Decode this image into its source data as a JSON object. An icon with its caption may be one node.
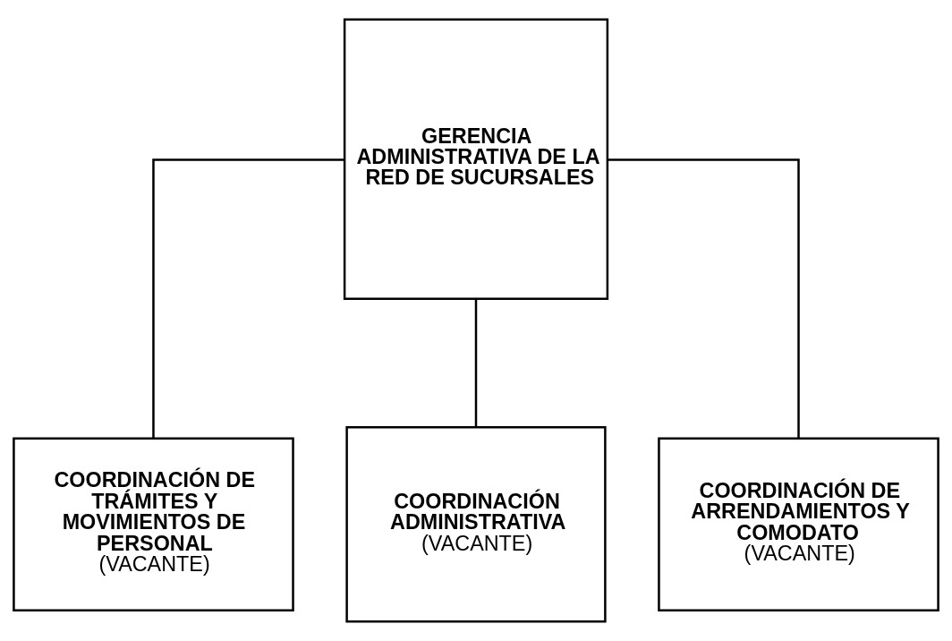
{
  "diagram": {
    "nodes": [
      {
        "text": [
          "GERENCIA ADMINISTRATIVA DE LA RED DE SUCURSALES"
        ]
      },
      {
        "text": [
          "COORDINACIÓN DE TRÁMITES Y MOVIMIENTOS DE PERSONAL",
          "(VACANTE)"
        ]
      },
      {
        "text": [
          "COORDINACIÓN ADMINISTRATIVA",
          "(VACANTE)"
        ]
      },
      {
        "text": [
          "COORDINACIÓN DE ARRENDAMIENTOS Y COMODATO",
          "(VACANTE)"
        ]
      }
    ],
    "edges": [
      {
        "from": 0,
        "to": 1,
        "arrow": "none"
      },
      {
        "from": 0,
        "to": 2,
        "arrow": "none"
      },
      {
        "from": 0,
        "to": 3,
        "arrow": "none"
      }
    ]
  }
}
